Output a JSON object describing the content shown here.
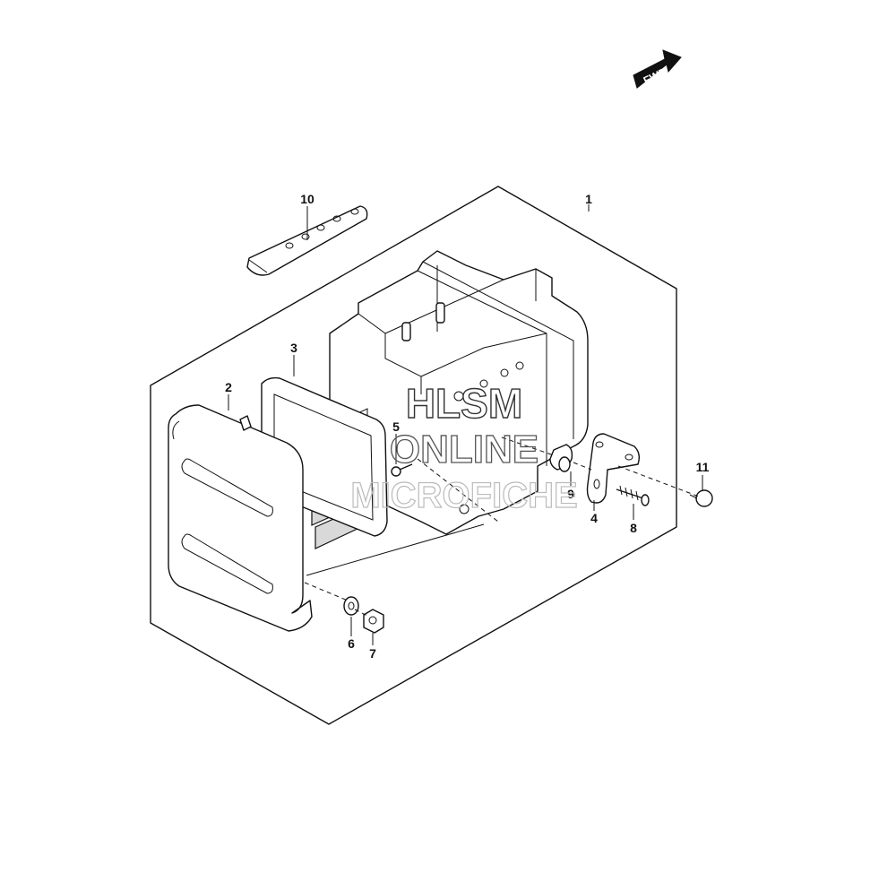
{
  "fwd_label": "FWD",
  "callouts": [
    {
      "id": "c1",
      "label": "1"
    },
    {
      "id": "c2",
      "label": "2"
    },
    {
      "id": "c3",
      "label": "3"
    },
    {
      "id": "c4",
      "label": "4"
    },
    {
      "id": "c5",
      "label": "5"
    },
    {
      "id": "c6",
      "label": "6"
    },
    {
      "id": "c7",
      "label": "7"
    },
    {
      "id": "c8",
      "label": "8"
    },
    {
      "id": "c9",
      "label": "9"
    },
    {
      "id": "c10",
      "label": "10"
    },
    {
      "id": "c11",
      "label": "11"
    }
  ],
  "watermark": {
    "line1": "HLSM",
    "line2": "ONLINE",
    "line3": "MICROFICHE"
  }
}
